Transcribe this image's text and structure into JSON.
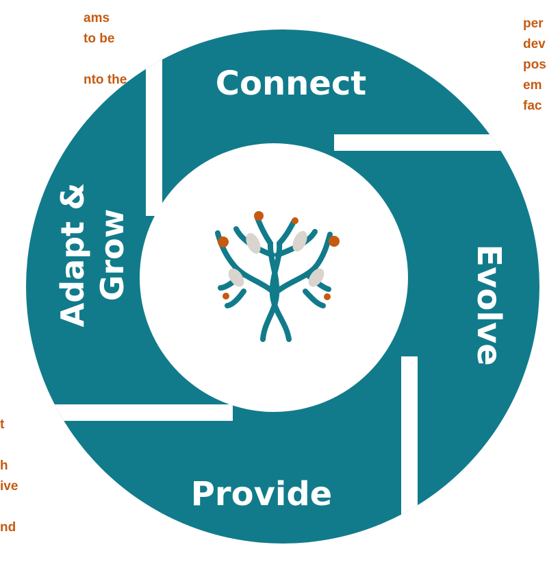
{
  "colors": {
    "teal": "#117b8b",
    "orange": "#c55a11",
    "leaf": "#d9d4cd",
    "white": "#ffffff"
  },
  "cycle": {
    "segments": [
      {
        "id": "connect",
        "label": "Connect"
      },
      {
        "id": "evolve",
        "label": "Evolve"
      },
      {
        "id": "provide",
        "label": "Provide"
      },
      {
        "id": "adapt",
        "label_line1": "Adapt &",
        "label_line2": "Grow"
      }
    ],
    "center_icon": "tree-icon"
  },
  "side_text": {
    "top_left": [
      "ams",
      "to be",
      "",
      "nto the"
    ],
    "top_right": [
      "per",
      "dev",
      "pos",
      "em",
      "fac"
    ],
    "bottom_left": [
      "t",
      "",
      "h",
      "ive",
      "",
      "nd"
    ]
  }
}
